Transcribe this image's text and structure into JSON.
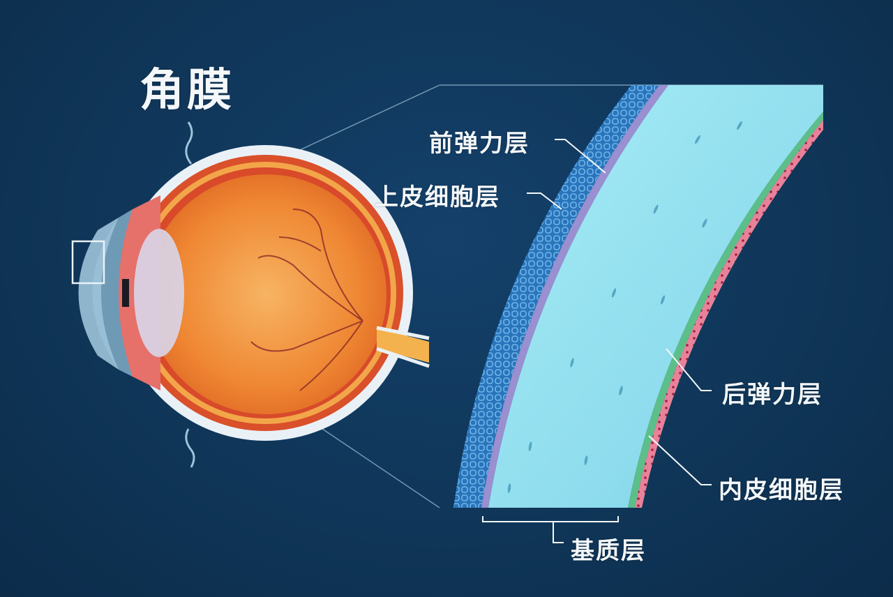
{
  "diagram": {
    "title": "角膜",
    "subject": "cornea-cross-section",
    "labels": {
      "anterior_elastic_layer": "前弹力层",
      "epithelial_layer": "上皮细胞层",
      "posterior_elastic_layer": "后弹力层",
      "endothelial_layer": "内皮细胞层",
      "stroma_layer": "基质层"
    },
    "colors": {
      "background": "#0f3557",
      "text": "#f4f8fb",
      "epithelium": "#2f7fc4",
      "bowman": "#9a8fd0",
      "stroma": "#8fdcec",
      "descemet": "#5cbf8a",
      "endothelium": "#d0506e",
      "eyeball": "#f08a3a",
      "sclera": "#e8f0f6"
    }
  }
}
